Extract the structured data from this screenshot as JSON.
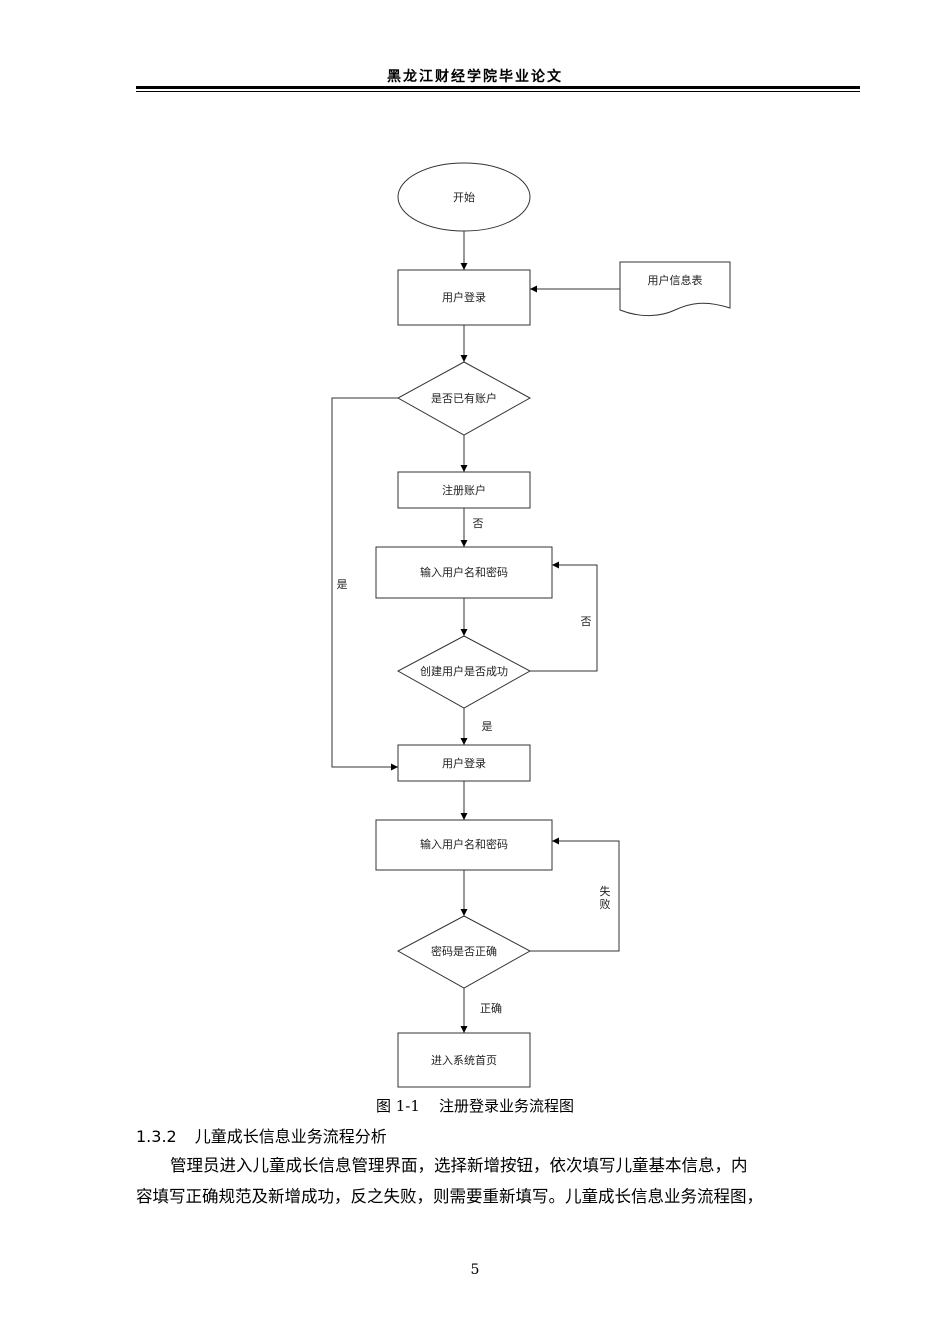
{
  "header": {
    "title": "黑龙江财经学院毕业论文"
  },
  "flowchart": {
    "start": "开始",
    "login1": "用户登录",
    "user_table": "用户信息表",
    "has_account": "是否已有账户",
    "register": "注册账户",
    "label_no_1": "否",
    "input1": "输入用户名和密码",
    "label_yes_left": "是",
    "label_no_2": "否",
    "create_success": "创建用户是否成功",
    "label_yes_2": "是",
    "login2": "用户登录",
    "input2": "输入用户名和密码",
    "label_fail_1": "失",
    "label_fail_2": "败",
    "password_check": "密码是否正确",
    "label_correct": "正确",
    "enter_home": "进入系统首页"
  },
  "caption": {
    "number": "图 1-1",
    "text": "注册登录业务流程图"
  },
  "section": {
    "number": "1.3.2",
    "title": "儿童成长信息业务流程分析"
  },
  "body": {
    "line1": "管理员进入儿童成长信息管理界面，选择新增按钮，依次填写儿童基本信息，内",
    "line2": "容填写正确规范及新增成功，反之失败，则需要重新填写。儿童成长信息业务流程图，"
  },
  "footer": {
    "page_number": "5"
  }
}
